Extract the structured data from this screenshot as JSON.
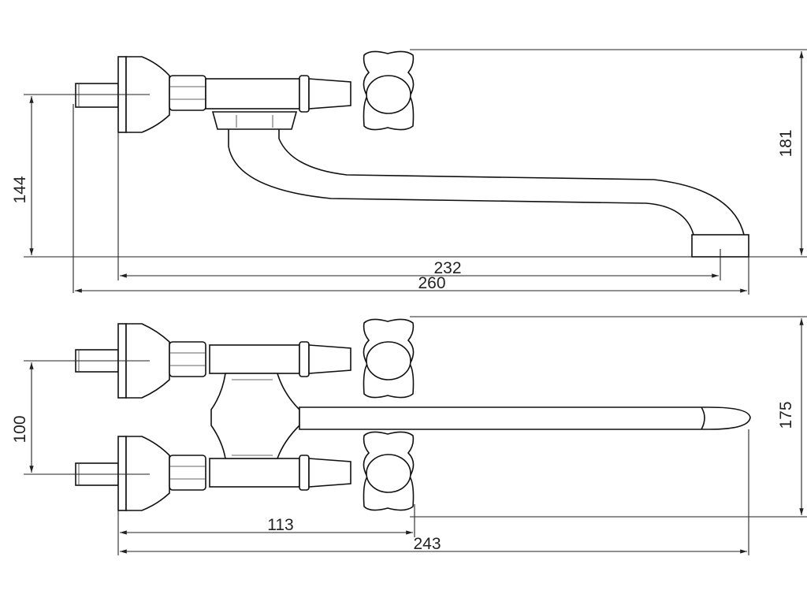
{
  "drawing": {
    "side_view": {
      "dims": {
        "height_144": "144",
        "height_181": "181",
        "length_232": "232",
        "length_260": "260"
      }
    },
    "top_view": {
      "dims": {
        "spacing_100": "100",
        "height_175": "175",
        "length_113": "113",
        "length_243": "243"
      }
    }
  }
}
